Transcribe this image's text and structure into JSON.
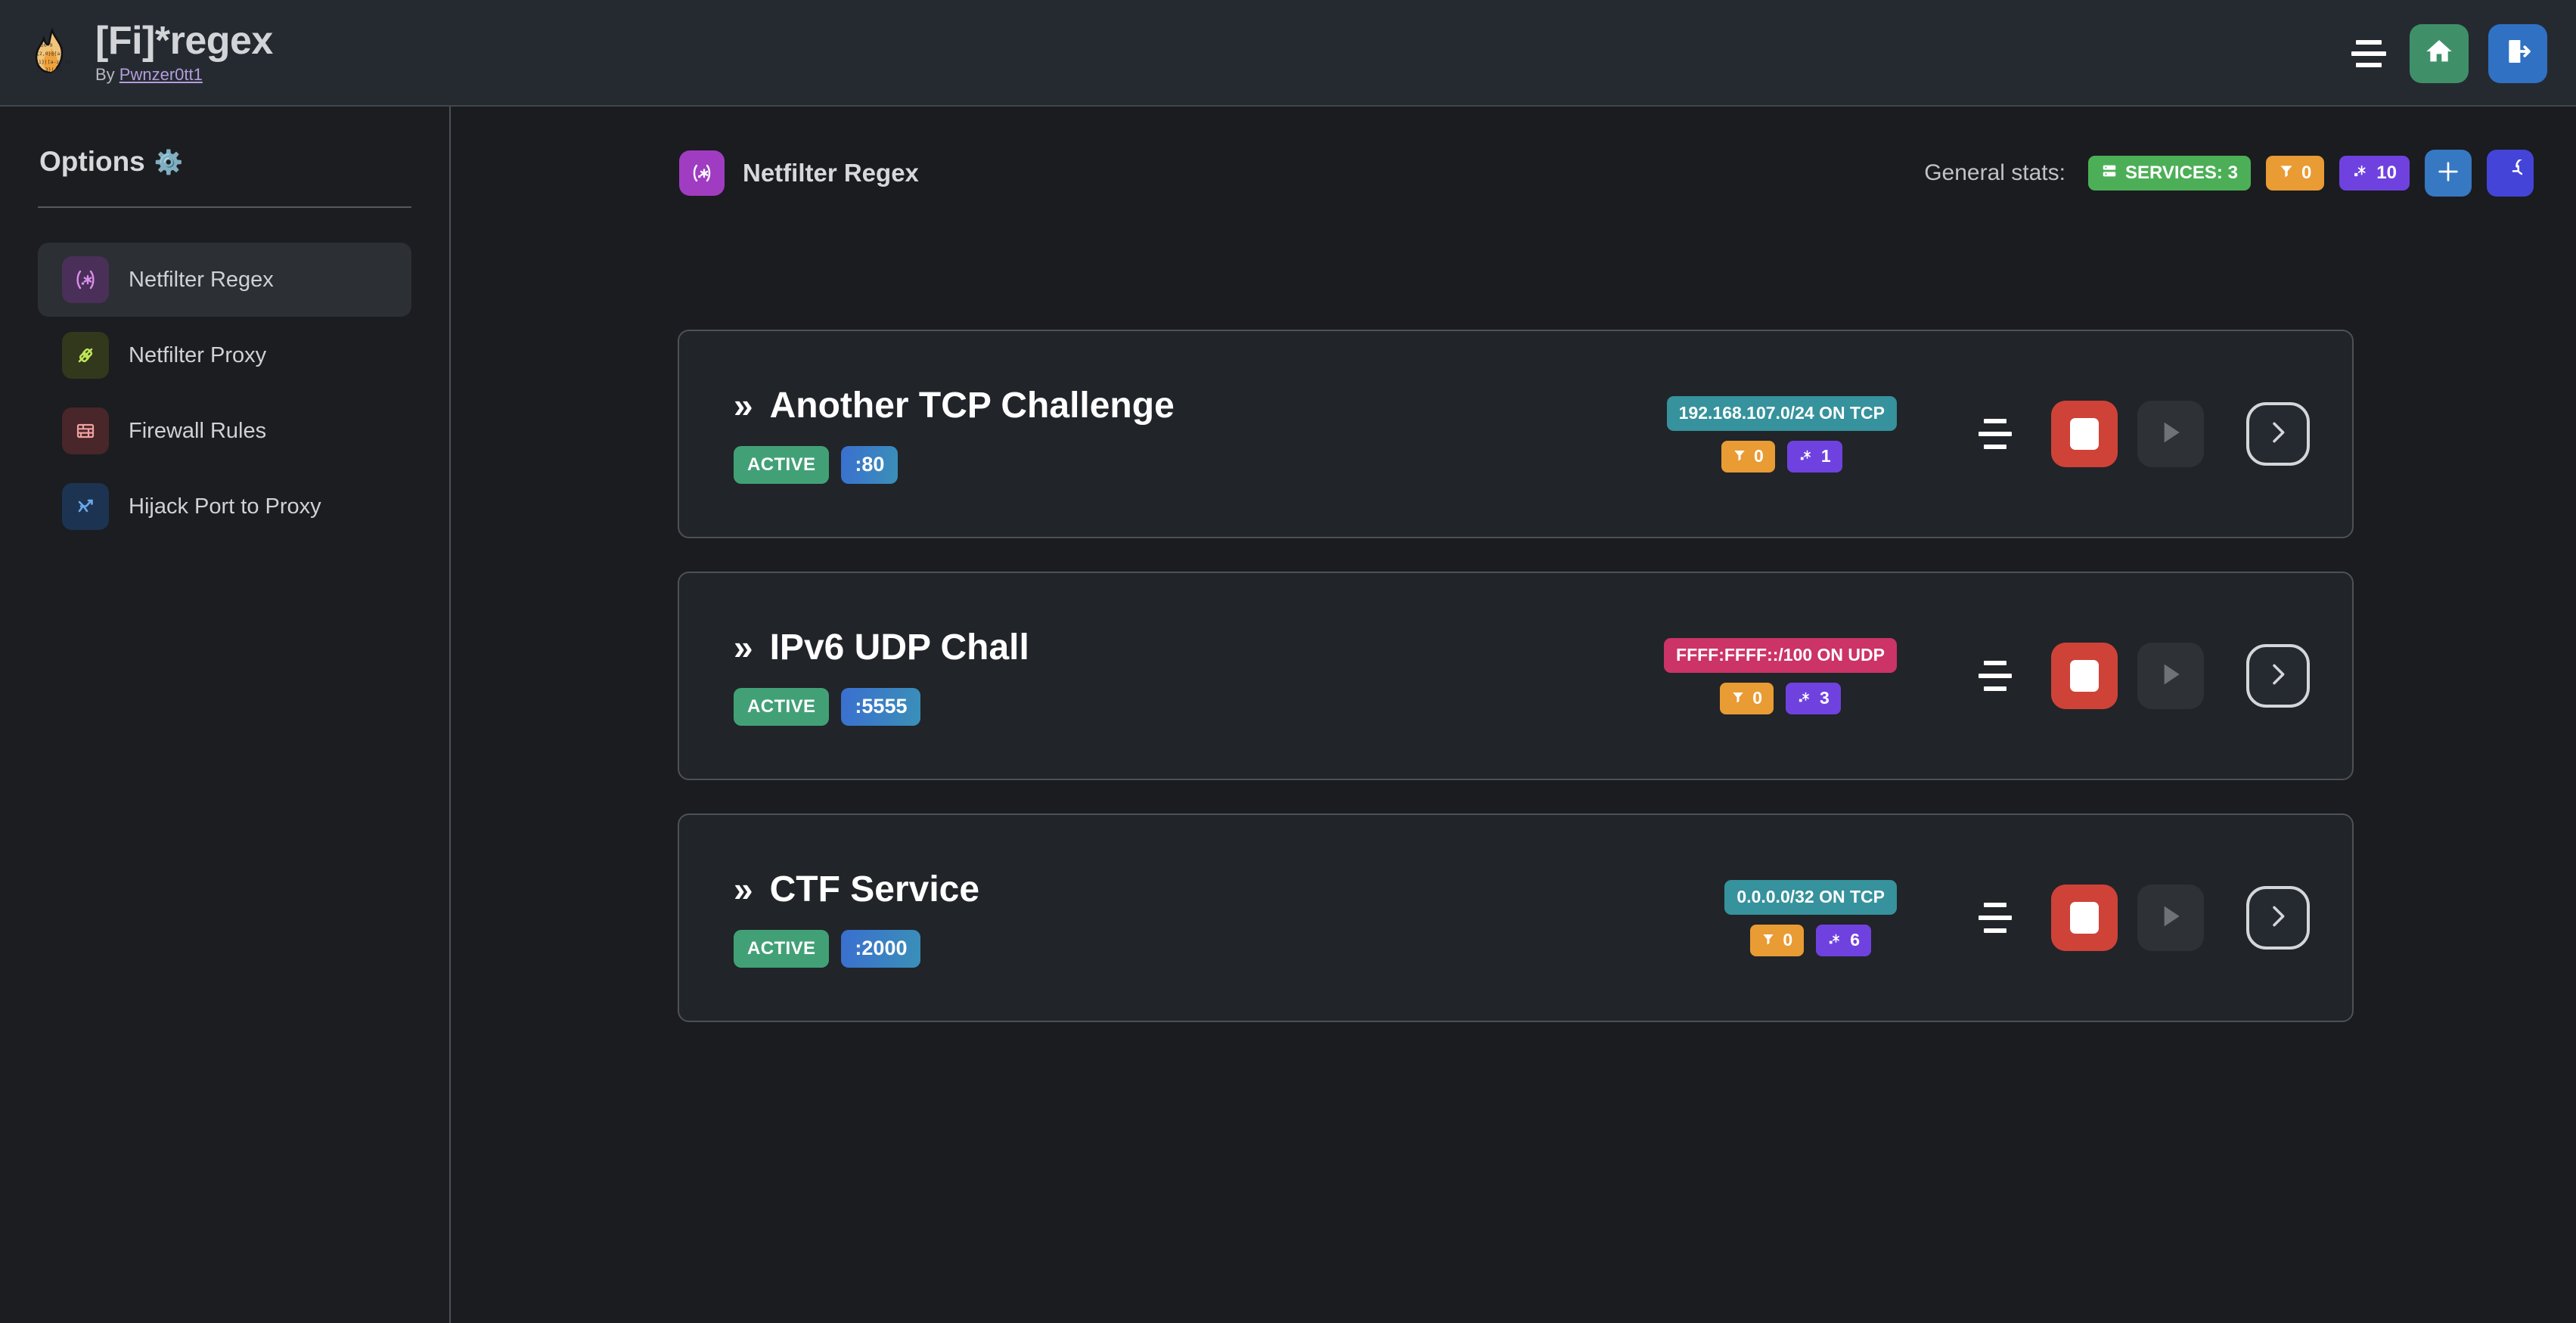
{
  "header": {
    "title": "[Fi]*regex",
    "by_prefix": "By ",
    "author": "Pwnzer0tt1",
    "logo_icon": "flame-regex-logo",
    "menu_icon": "hamburger-icon",
    "home_icon": "home-icon",
    "logout_icon": "logout-icon"
  },
  "sidebar": {
    "title": "Options",
    "gear": "⚙️",
    "items": [
      {
        "label": "Netfilter Regex",
        "icon": "regex-icon",
        "glyph": "(.*)",
        "icon_bg": "#4a2f58",
        "icon_fg": "#da8fe8",
        "active": true
      },
      {
        "label": "Netfilter Proxy",
        "icon": "plug-icon",
        "glyph": "⚭",
        "icon_bg": "#31381c",
        "icon_fg": "#c1e657",
        "active": false
      },
      {
        "label": "Firewall Rules",
        "icon": "brick-wall-icon",
        "glyph": "▤",
        "icon_bg": "#48262a",
        "icon_fg": "#f0a0a0",
        "active": false
      },
      {
        "label": "Hijack Port to Proxy",
        "icon": "fork-arrow-icon",
        "glyph": "⑂",
        "icon_bg": "#1d3352",
        "icon_fg": "#6aa8e8",
        "active": false
      }
    ]
  },
  "content_header": {
    "icon": "regex-icon",
    "icon_glyph": "(.*)",
    "title": "Netfilter Regex",
    "stats_label": "General stats:",
    "badges": [
      {
        "name": "services-badge",
        "icon": "server-icon",
        "text": "SERVICES: 3",
        "color": "#4caf57"
      },
      {
        "name": "filters-badge",
        "icon": "filter-icon",
        "text": "0",
        "color": "#e99b34"
      },
      {
        "name": "regexes-badge",
        "icon": "regex-dot-icon",
        "text": "10",
        "color": "#6f42e0"
      }
    ],
    "add_button": {
      "name": "add-service-button",
      "icon": "plus-icon",
      "color": "#3778c2"
    },
    "refresh_button": {
      "name": "refresh-button",
      "icon": "refresh-icon",
      "color": "#4444d8"
    }
  },
  "services": [
    {
      "name": "Another TCP Challenge",
      "status": "ACTIVE",
      "port": ":80",
      "network": "192.168.107.0/24 ON TCP",
      "network_color": "teal",
      "filters": "0",
      "regexes": "1",
      "menu_icon": "service-menu-icon",
      "stop_icon": "stop-icon",
      "play_icon": "play-icon",
      "next_icon": "chevron-right-icon"
    },
    {
      "name": "IPv6 UDP Chall",
      "status": "ACTIVE",
      "port": ":5555",
      "network": "FFFF:FFFF::/100 ON UDP",
      "network_color": "pink",
      "filters": "0",
      "regexes": "3",
      "menu_icon": "service-menu-icon",
      "stop_icon": "stop-icon",
      "play_icon": "play-icon",
      "next_icon": "chevron-right-icon"
    },
    {
      "name": "CTF Service",
      "status": "ACTIVE",
      "port": ":2000",
      "network": "0.0.0.0/32 ON TCP",
      "network_color": "teal",
      "filters": "0",
      "regexes": "6",
      "menu_icon": "service-menu-icon",
      "stop_icon": "stop-icon",
      "play_icon": "play-icon",
      "next_icon": "chevron-right-icon"
    }
  ],
  "colors": {
    "page_bg": "#1a1c1f",
    "header_bg": "#252a31",
    "card_bg": "#212429",
    "card_border": "#4d5157",
    "accent_purple": "#a03cc2",
    "active_green": "#42a077",
    "stop_red": "#cf4238"
  }
}
